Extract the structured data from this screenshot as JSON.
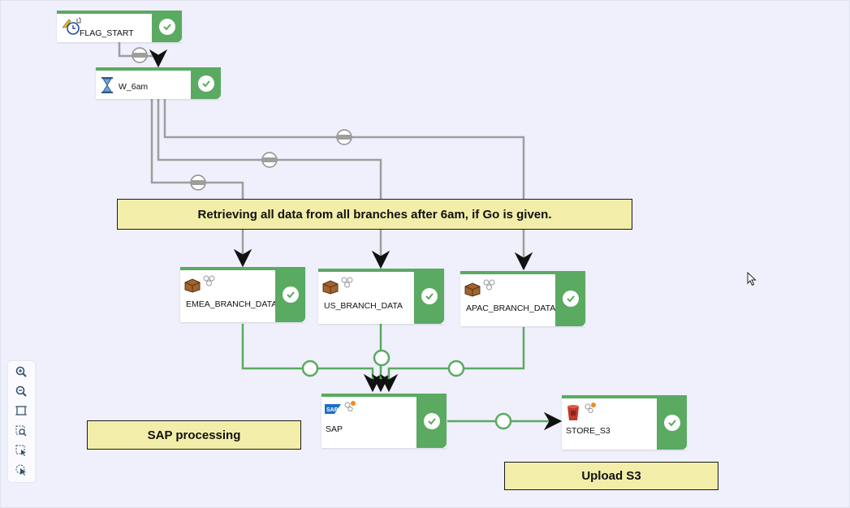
{
  "colors": {
    "accent": "#5aaa61",
    "note_bg": "#f2eea9",
    "canvas_bg": "#eff0fc",
    "link_gray": "#9e9e9e"
  },
  "nodes": {
    "flag_start": {
      "label": "FLAG_START",
      "icon": "hand-clock-icon"
    },
    "w_6am": {
      "label": "W_6am",
      "icon": "hourglass-icon"
    },
    "emea": {
      "label": "EMEA_BRANCH_DATA",
      "icon": "box-icon"
    },
    "us": {
      "label": "US_BRANCH_DATA",
      "icon": "box-icon"
    },
    "apac": {
      "label": "APAC_BRANCH_DATA",
      "icon": "box-icon"
    },
    "sap": {
      "label": "SAP",
      "icon": "sap-logo-icon",
      "logo_text": "SAP"
    },
    "store_s3": {
      "label": "STORE_S3",
      "icon": "s3-bucket-icon"
    }
  },
  "notes": {
    "retrieve": "Retrieving all data from all branches after 6am, if Go is given.",
    "sap_processing": "SAP processing",
    "upload_s3": "Upload S3"
  },
  "toolbar": [
    "zoom-in-icon",
    "zoom-out-icon",
    "fit-screen-icon",
    "zoom-area-icon",
    "select-area-icon",
    "select-pointer-icon"
  ]
}
